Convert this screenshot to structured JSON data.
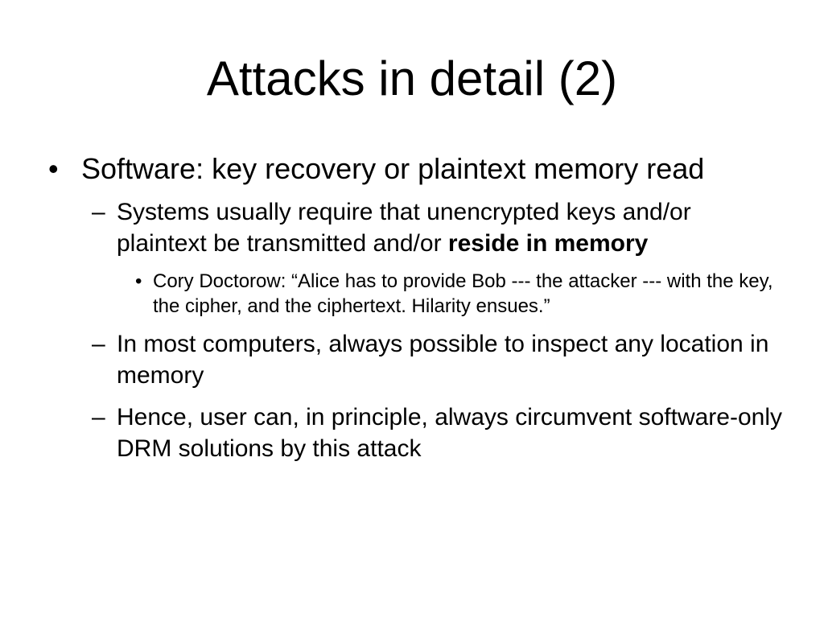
{
  "slide": {
    "title": "Attacks in detail (2)",
    "bullets": {
      "level1_marker": "•",
      "level2_marker": "–",
      "level3_marker": "•"
    },
    "items": [
      {
        "level": 1,
        "text": "Software: key recovery or plaintext memory read"
      },
      {
        "level": 2,
        "text_plain": "Systems usually require that unencrypted keys and/or plaintext be transmitted and/or ",
        "text_bold": "reside in memory"
      },
      {
        "level": 3,
        "text": "Cory Doctorow: “Alice has to provide Bob --- the attacker --- with the key, the cipher, and the ciphertext. Hilarity ensues.”"
      },
      {
        "level": 2,
        "text": "In most computers, always possible to inspect any location in memory"
      },
      {
        "level": 2,
        "text": "Hence, user can, in principle, always circumvent software-only DRM solutions by this attack"
      }
    ]
  }
}
